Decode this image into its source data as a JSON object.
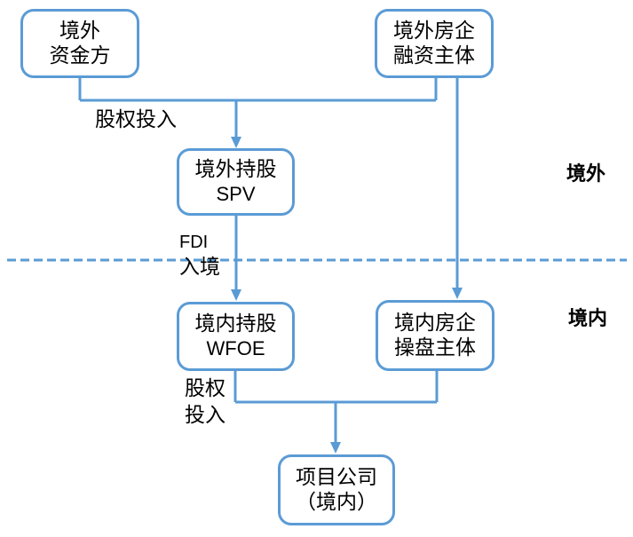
{
  "diagram": {
    "title": "",
    "regions": {
      "offshore": "境外",
      "onshore": "境内"
    },
    "nodes": {
      "offshore_capital": {
        "line1": "境外",
        "line2": "资金方"
      },
      "offshore_financing": {
        "line1": "境外房企",
        "line2": "融资主体"
      },
      "offshore_spv": {
        "line1": "境外持股",
        "line2": "SPV"
      },
      "onshore_wfoe": {
        "line1": "境内持股",
        "line2": "WFOE"
      },
      "onshore_operator": {
        "line1": "境内房企",
        "line2": "操盘主体"
      },
      "project_company": {
        "line1": "项目公司",
        "line2": "（境内）"
      }
    },
    "edge_labels": {
      "equity_top": "股权投入",
      "fdi_line1": "FDI",
      "fdi_line2": "入境",
      "equity_bottom_line1": "股权",
      "equity_bottom_line2": "投入"
    },
    "colors": {
      "line": "#5B9BD5",
      "box_border": "#5B9BD5",
      "box_fill": "#FFFFFF",
      "text": "#000000",
      "background": "#FFFFFF"
    }
  }
}
